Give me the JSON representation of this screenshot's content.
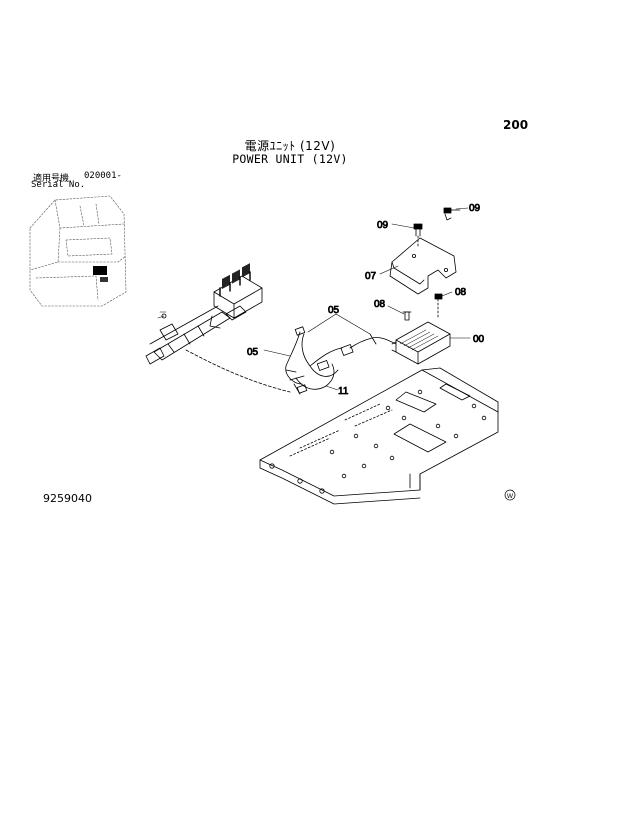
{
  "page_number": "200",
  "title_jp": "電源ﾕﾆｯﾄ (12V)",
  "title_en": "POWER UNIT (12V)",
  "serial": {
    "label_jp": "適用号機",
    "label_en": "Serial No.",
    "value": "020001-"
  },
  "callouts": {
    "c09_top": "09",
    "c09_left": "09",
    "c07": "07",
    "c08_left": "08",
    "c08_right": "08",
    "c05_top": "05",
    "c05_left": "05",
    "c00": "00",
    "c11": "11"
  },
  "drawing_number": "9259040",
  "stamp_symbol": "W"
}
